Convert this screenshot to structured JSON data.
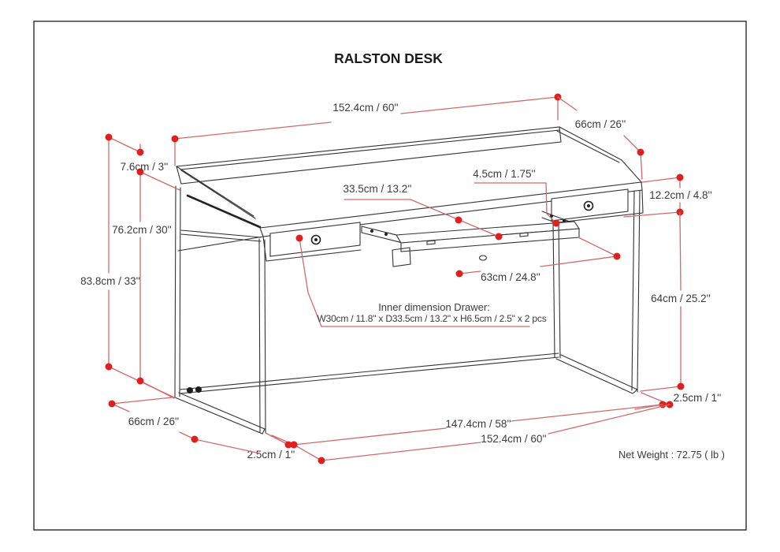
{
  "title": "RALSTON DESK",
  "net_weight_label": "Net Weight : 72.75 ( lb )",
  "drawer_note": {
    "line1": "Inner dimension Drawer:",
    "line2": "W30cm / 11.8\" x D33.5cm / 13.2\" x H6.5cm / 2.5\" x 2 pcs"
  },
  "dimensions": {
    "total_width_top": "152.4cm / 60''",
    "depth_top": "66cm / 26''",
    "backsplash_height": "7.6cm / 3''",
    "desktop_height": "76.2cm / 30''",
    "total_height": "83.8cm / 33''",
    "tray_depth": "33.5cm / 13.2''",
    "tray_front_height": "4.5cm / 1.75''",
    "apron_height": "12.2cm / 4.8''",
    "clearance_height": "64cm / 25.2''",
    "tray_width": "63cm / 24.8''",
    "frame_thickness_right": "2.5cm / 1''",
    "inner_width_bottom": "147.4cm / 58''",
    "total_width_bottom": "152.4cm / 60''",
    "depth_bottom": "66cm / 26''",
    "frame_thickness_left": "2.5cm / 1''"
  },
  "colors": {
    "dimension_line": "#d06a6a",
    "dimension_dot": "#e01f1f",
    "drawing_line": "#333333",
    "text": "#3b3b3b",
    "background": "#ffffff"
  }
}
